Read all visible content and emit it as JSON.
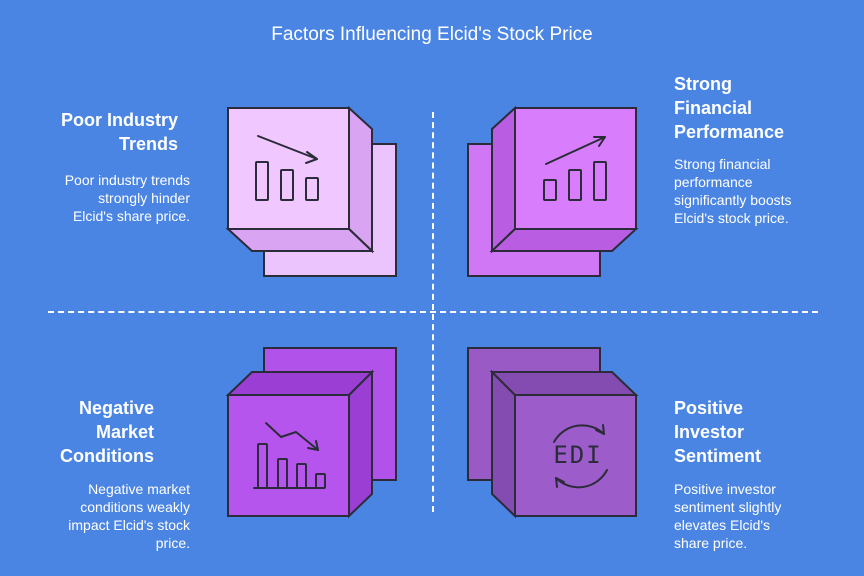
{
  "title": "Factors Influencing Elcid's Stock Price",
  "quadrants": [
    {
      "heading_lines": [
        "Poor Industry",
        "Trends"
      ],
      "description_lines": [
        "Poor industry trends",
        "strongly hinder",
        "Elcid's share price."
      ],
      "icon": "bar-chart-down-icon",
      "colors": {
        "front": "#f0c8ff",
        "side": "#d9a4f2",
        "back": "#ecc4fd"
      }
    },
    {
      "heading_lines": [
        "Strong",
        "Financial",
        "Performance"
      ],
      "description_lines": [
        "Strong financial",
        "performance",
        "significantly boosts",
        "Elcid's stock price."
      ],
      "icon": "bar-chart-up-icon",
      "colors": {
        "front": "#d87efd",
        "side": "#b95ee3",
        "back": "#d077f6"
      }
    },
    {
      "heading_lines": [
        "Negative",
        "Market",
        "Conditions"
      ],
      "description_lines": [
        "Negative market",
        "conditions weakly",
        "impact Elcid's stock",
        "price."
      ],
      "icon": "bar-chart-decline-icon",
      "colors": {
        "front": "#b655ee",
        "side": "#9b3fd4",
        "back": "#b152ea"
      }
    },
    {
      "heading_lines": [
        "Positive",
        "Investor",
        "Sentiment"
      ],
      "description_lines": [
        "Positive investor",
        "sentiment slightly",
        "elevates Elcid's",
        "share price."
      ],
      "icon": "edi-cycle-icon",
      "icon_text": "EDI",
      "colors": {
        "front": "#9c5cc9",
        "side": "#844bb0",
        "back": "#9a5ac6"
      }
    }
  ],
  "colors": {
    "background": "#4b85e3",
    "stroke": "#2b2b3a",
    "text": "#ffffff"
  }
}
